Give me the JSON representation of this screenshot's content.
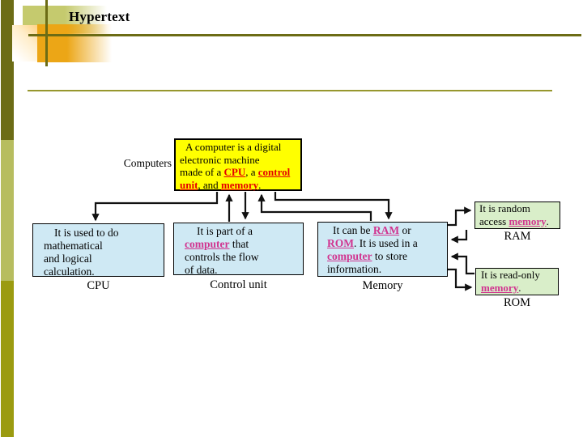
{
  "title": "Hypertext",
  "colors": {
    "definition_box": "#ffff00",
    "component_box": "#cfe9f4",
    "memory_type_box": "#d9eec9",
    "hyperlink_red": "#e60000",
    "hyperlink_pink": "#d1338f",
    "accent_olive": "#6c6c15",
    "accent_gold": "#eca616"
  },
  "diagram": {
    "computers_label": "Computers",
    "boxes": {
      "computers": {
        "lines": [
          [
            {
              "text": "A computer is a digital",
              "style": "plain"
            }
          ],
          [
            {
              "text": "electronic machine",
              "style": "plain"
            }
          ],
          [
            {
              "text": "made of a ",
              "style": "plain"
            },
            {
              "text": "CPU",
              "style": "red-link",
              "name": "link-cpu"
            },
            {
              "text": ", a ",
              "style": "plain"
            },
            {
              "text": "control",
              "style": "red-link",
              "name": "link-control-unit"
            }
          ],
          [
            {
              "text": "unit",
              "style": "red-link",
              "name": "link-control-unit"
            },
            {
              "text": ", and ",
              "style": "plain"
            },
            {
              "text": "memory",
              "style": "red-link",
              "name": "link-memory"
            },
            {
              "text": ".",
              "style": "plain"
            }
          ]
        ]
      },
      "cpu": {
        "label": "CPU",
        "lines": [
          [
            {
              "text": "It is used to do",
              "style": "plain"
            }
          ],
          [
            {
              "text": "mathematical",
              "style": "plain"
            }
          ],
          [
            {
              "text": "and logical",
              "style": "plain"
            }
          ],
          [
            {
              "text": "calculation.",
              "style": "plain"
            }
          ]
        ]
      },
      "control_unit": {
        "label": "Control unit",
        "lines": [
          [
            {
              "text": "It is part of a",
              "style": "plain"
            }
          ],
          [
            {
              "text": "computer",
              "style": "pink-link",
              "name": "link-computer"
            },
            {
              "text": " that",
              "style": "plain"
            }
          ],
          [
            {
              "text": "controls the flow",
              "style": "plain"
            }
          ],
          [
            {
              "text": "of data.",
              "style": "plain"
            }
          ]
        ]
      },
      "memory": {
        "label": "Memory",
        "lines": [
          [
            {
              "text": "It can be ",
              "style": "plain"
            },
            {
              "text": "RAM",
              "style": "pink-link",
              "name": "link-ram"
            },
            {
              "text": " or",
              "style": "plain"
            }
          ],
          [
            {
              "text": "ROM",
              "style": "pink-link",
              "name": "link-rom"
            },
            {
              "text": ". It is used in a",
              "style": "plain"
            }
          ],
          [
            {
              "text": "computer",
              "style": "pink-link",
              "name": "link-computer"
            },
            {
              "text": " to store",
              "style": "plain"
            }
          ],
          [
            {
              "text": "information.",
              "style": "plain"
            }
          ]
        ]
      },
      "ram": {
        "label": "RAM",
        "lines": [
          [
            {
              "text": "It is random",
              "style": "plain"
            }
          ],
          [
            {
              "text": "access ",
              "style": "plain"
            },
            {
              "text": "memory",
              "style": "pink-link",
              "name": "link-memory"
            },
            {
              "text": ".",
              "style": "plain"
            }
          ]
        ]
      },
      "rom": {
        "label": "ROM",
        "lines": [
          [
            {
              "text": "It is read-only",
              "style": "plain"
            }
          ],
          [
            {
              "text": "memory",
              "style": "pink-link",
              "name": "link-memory"
            },
            {
              "text": ".",
              "style": "plain"
            }
          ]
        ]
      }
    }
  }
}
